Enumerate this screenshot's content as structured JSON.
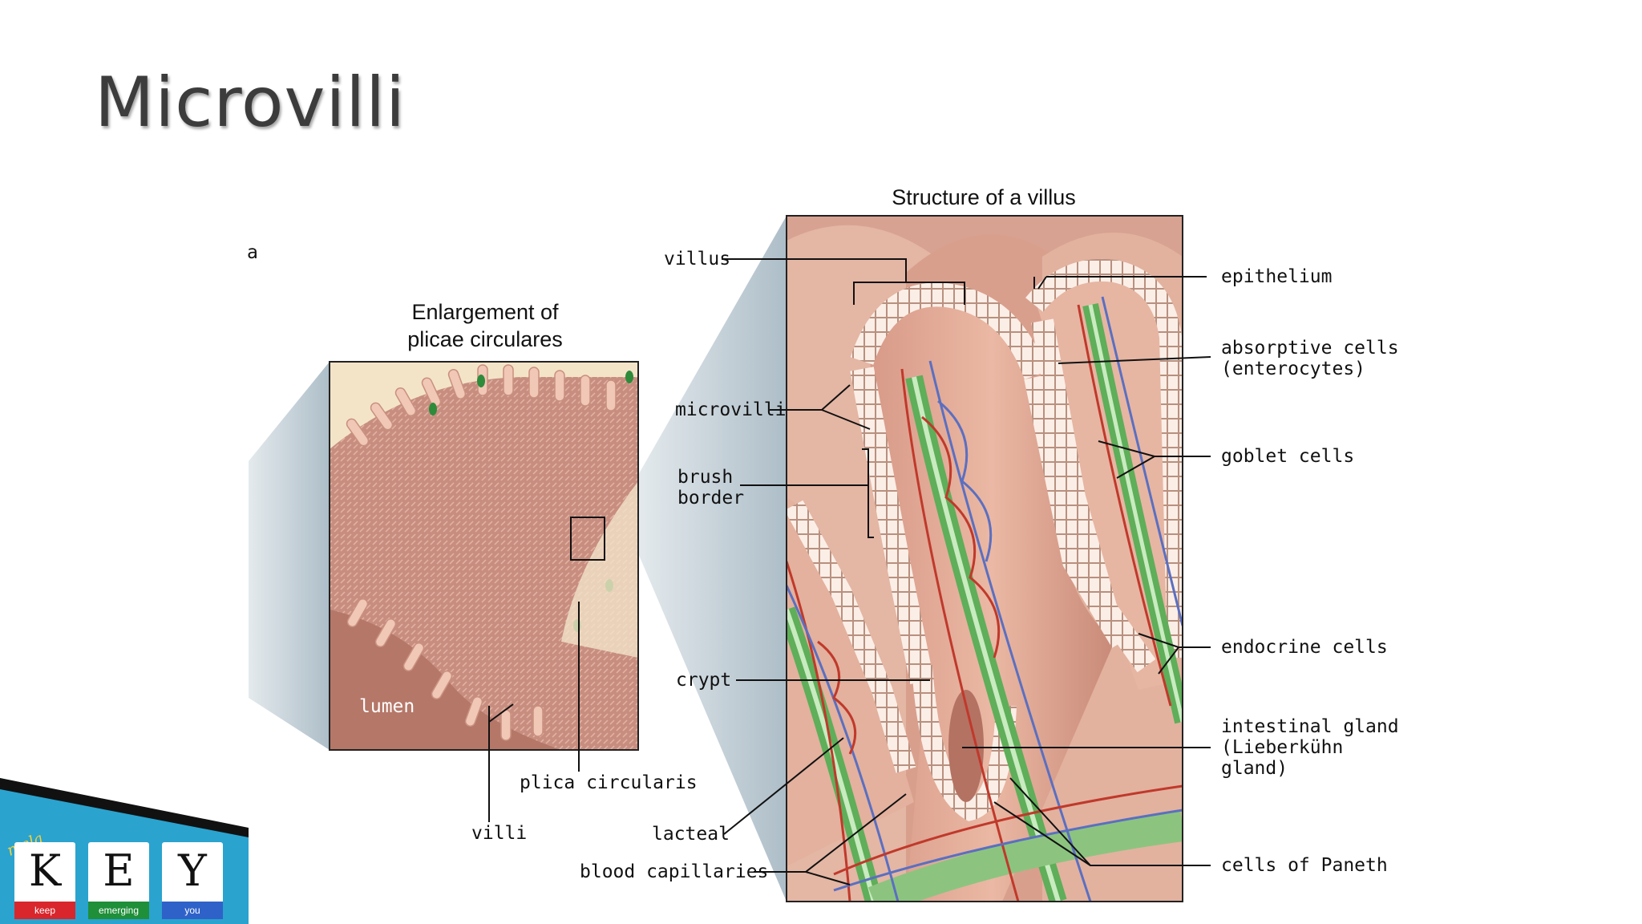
{
  "slide": {
    "title": "Microvilli"
  },
  "diagram": {
    "left_panel": {
      "heading_line1": "Enlargement of",
      "heading_line2": "plicae circulares",
      "lumen": "lumen",
      "villi": "villi",
      "plica": "plica circularis"
    },
    "right_panel": {
      "heading": "Structure of a villus",
      "labels": {
        "villus": "villus",
        "microvilli": "microvilli",
        "brush_border_1": "brush",
        "brush_border_2": "border",
        "crypt": "crypt",
        "lacteal": "lacteal",
        "blood_capillaries": "blood capillaries",
        "epithelium": "epithelium",
        "absorptive_1": "absorptive cells",
        "absorptive_2": "(enterocytes)",
        "goblet": "goblet cells",
        "endocrine": "endocrine cells",
        "gland_1": "intestinal gland",
        "gland_2": "(Lieberkühn",
        "gland_3": "gland)",
        "paneth": "cells of Paneth"
      }
    },
    "stray_mark": "a",
    "colors": {
      "tissue": "#c98f80",
      "tissue_light": "#e7b8a6",
      "lumen_dark": "#a86a5c",
      "epithelium": "#f7e6dc",
      "lacteal": "#6fb86a",
      "capillary_red": "#c0392b",
      "capillary_blue": "#5b6fc0",
      "cone": "#b8c6cf"
    }
  },
  "logo": {
    "script": "mela",
    "tiles": [
      {
        "letter": "K",
        "word": "keep",
        "color": "#d9262c"
      },
      {
        "letter": "E",
        "word": "emerging",
        "color": "#1f8f3a"
      },
      {
        "letter": "Y",
        "word": "you",
        "color": "#2f62c9"
      }
    ]
  }
}
